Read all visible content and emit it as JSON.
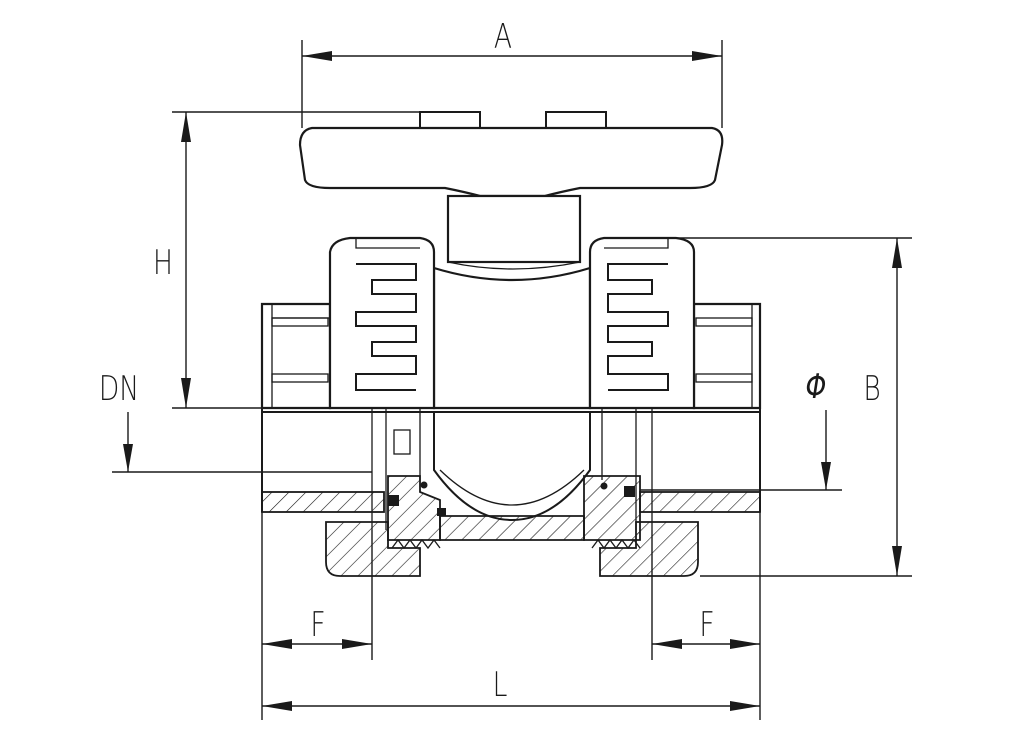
{
  "labels": {
    "A": "A",
    "H": "H",
    "DN": "DN",
    "phi": "Φ",
    "B": "B",
    "F_left": "F",
    "F_right": "F",
    "L": "L"
  }
}
